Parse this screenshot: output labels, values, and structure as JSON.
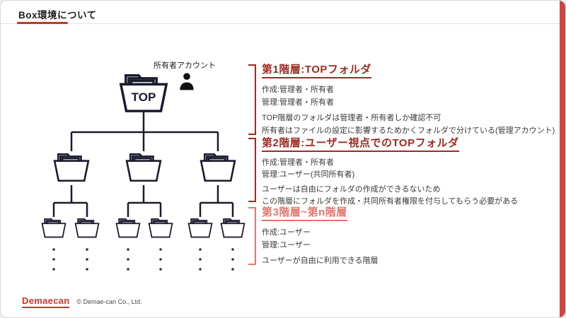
{
  "page": {
    "title": "Box環境について"
  },
  "diagram": {
    "owner_label": "所有者アカウント",
    "top_folder_label": "TOP",
    "levels": {
      "level1_folders": 1,
      "level2_folders": 3,
      "level3_folders": 6,
      "continuation": "vertical ellipsis dots under each level-3 folder"
    },
    "icons": {
      "folder": "folder-icon",
      "owner": "person-icon"
    }
  },
  "sections": [
    {
      "heading": "第1階層:TOPフォルダ",
      "lines": [
        "作成:管理者・所有者",
        "管理:管理者・所有者",
        "TOP階層のフォルダは管理者・所有者しか確認不可",
        "所有者はファイルの設定に影響するためかくフォルダで分けている(管理アカウント)"
      ]
    },
    {
      "heading": "第2階層:ユーザー視点でのTOPフォルダ",
      "lines": [
        "作成:管理者・所有者",
        "管理:ユーザー(共同所有者)",
        "ユーザーは自由にフォルダの作成ができるないため",
        "この階層にフォルダを作成・共同所有者権限を付与してもらう必要がある"
      ]
    },
    {
      "heading": "第3階層~第n階層",
      "lines": [
        "作成:ユーザー",
        "管理:ユーザー",
        "ユーザーが自由に利用できる階層"
      ]
    }
  ],
  "footer": {
    "logo": "Demaecan",
    "copyright": "© Demae-can Co., Ltd."
  },
  "colors": {
    "title_underline_red": "#c0392b",
    "heading_dark_red": "#9e2b25",
    "heading_pink": "#e4766e",
    "right_stripe_red": "#d6423b",
    "tree_navy": "#1b1b2f",
    "logo_red": "#d7312c"
  }
}
